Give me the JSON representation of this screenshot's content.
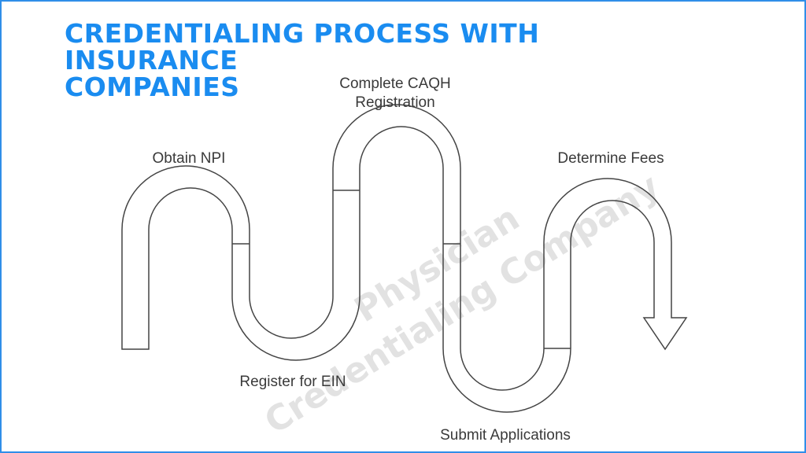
{
  "title": {
    "line1": "CREDENTIALING PROCESS WITH INSURANCE",
    "line2": "COMPANIES"
  },
  "steps": [
    {
      "label": "Obtain NPI"
    },
    {
      "label": "Register for EIN"
    },
    {
      "label": "Complete CAQH",
      "label2": "Registration"
    },
    {
      "label": "Submit Applications"
    },
    {
      "label": "Determine Fees"
    }
  ],
  "watermark": {
    "line1": "Physician",
    "line2": "Credentialing Company"
  },
  "colors": {
    "title": "#1a8cf0",
    "frame": "#2f8ee8",
    "path_stroke": "#444444",
    "label_text": "#3a3a3a"
  }
}
